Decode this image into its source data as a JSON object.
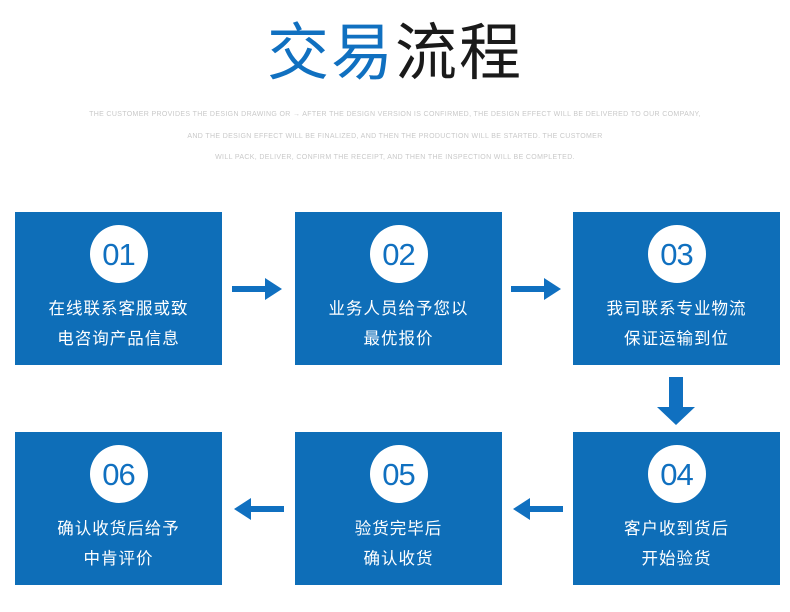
{
  "header": {
    "title_blue": "交易",
    "title_dark": "流程",
    "subtitle_lines": [
      "THE CUSTOMER PROVIDES THE DESIGN DRAWING OR → AFTER THE DESIGN VERSION IS CONFIRMED, THE DESIGN EFFECT WILL BE DELIVERED TO OUR COMPANY,",
      "AND THE DESIGN EFFECT WILL BE FINALIZED, AND THEN THE PRODUCTION WILL BE STARTED. THE CUSTOMER",
      "WILL PACK, DELIVER, CONFIRM THE RECEIPT, AND THEN THE INSPECTION WILL BE COMPLETED."
    ]
  },
  "colors": {
    "brand_blue": "#0E6EB8",
    "accent_blue": "#1070C0",
    "title_dark": "#1a1a1a",
    "subtitle_gray": "#c9c9c9",
    "badge_bg": "#ffffff"
  },
  "steps": [
    {
      "number": "01",
      "line1": "在线联系客服或致",
      "line2": "电咨询产品信息"
    },
    {
      "number": "02",
      "line1": "业务人员给予您以",
      "line2": "最优报价"
    },
    {
      "number": "03",
      "line1": "我司联系专业物流",
      "line2": "保证运输到位"
    },
    {
      "number": "04",
      "line1": "客户收到货后",
      "line2": "开始验货"
    },
    {
      "number": "05",
      "line1": "验货完毕后",
      "line2": "确认收货"
    },
    {
      "number": "06",
      "line1": "确认收货后给予",
      "line2": "中肯评价"
    }
  ],
  "arrows": [
    {
      "name": "arrow-01-to-02",
      "direction": "right"
    },
    {
      "name": "arrow-02-to-03",
      "direction": "right"
    },
    {
      "name": "arrow-03-to-04",
      "direction": "down"
    },
    {
      "name": "arrow-04-to-05",
      "direction": "left"
    },
    {
      "name": "arrow-05-to-06",
      "direction": "left"
    }
  ]
}
